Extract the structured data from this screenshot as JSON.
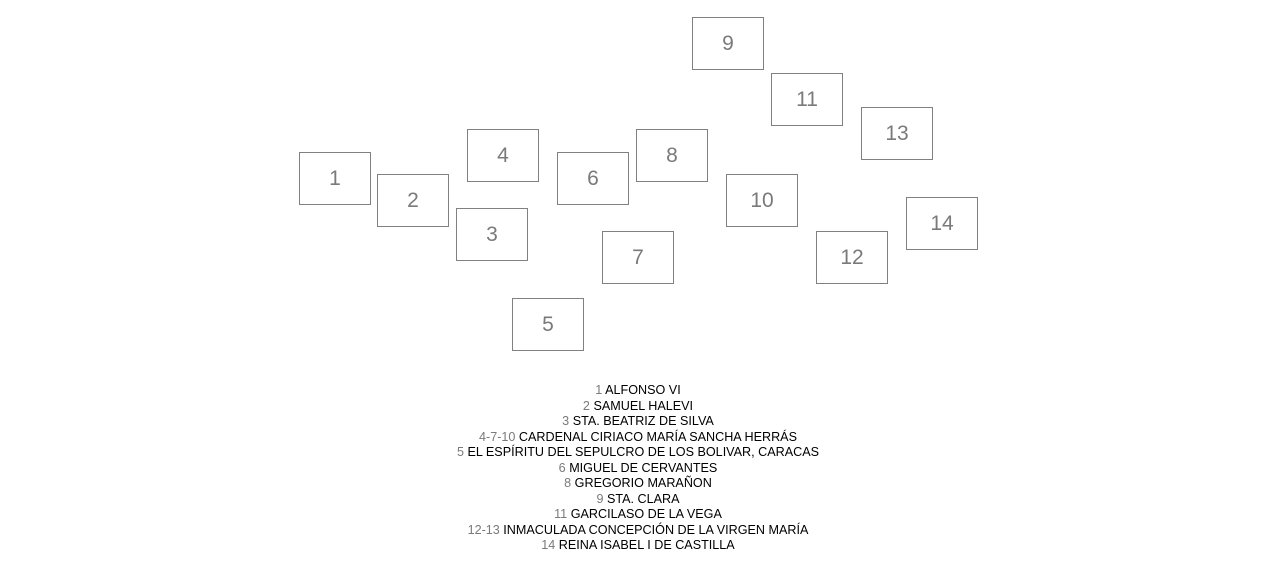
{
  "boxes": [
    {
      "label": "1",
      "name": "seat-box-1"
    },
    {
      "label": "2",
      "name": "seat-box-2"
    },
    {
      "label": "3",
      "name": "seat-box-3"
    },
    {
      "label": "4",
      "name": "seat-box-4"
    },
    {
      "label": "5",
      "name": "seat-box-5"
    },
    {
      "label": "6",
      "name": "seat-box-6"
    },
    {
      "label": "7",
      "name": "seat-box-7"
    },
    {
      "label": "8",
      "name": "seat-box-8"
    },
    {
      "label": "9",
      "name": "seat-box-9"
    },
    {
      "label": "10",
      "name": "seat-box-10"
    },
    {
      "label": "11",
      "name": "seat-box-11"
    },
    {
      "label": "12",
      "name": "seat-box-12"
    },
    {
      "label": "13",
      "name": "seat-box-13"
    },
    {
      "label": "14",
      "name": "seat-box-14"
    }
  ],
  "legend": [
    {
      "num": "1",
      "text": "ALFONSO VI"
    },
    {
      "num": "2",
      "text": "SAMUEL HALEVI"
    },
    {
      "num": "3",
      "text": "STA. BEATRIZ DE SILVA"
    },
    {
      "num": "4-7-10",
      "text": "CARDENAL CIRIACO MARÍA SANCHA HERRÁS"
    },
    {
      "num": "5",
      "text": "EL ESPÍRITU DEL SEPULCRO DE LOS BOLIVAR, CARACAS"
    },
    {
      "num": "6",
      "text": "MIGUEL DE CERVANTES"
    },
    {
      "num": "8",
      "text": "GREGORIO MARAÑON"
    },
    {
      "num": "9",
      "text": "STA. CLARA"
    },
    {
      "num": "11",
      "text": "GARCILASO DE LA VEGA"
    },
    {
      "num": "12-13",
      "text": "INMACULADA CONCEPCIÓN DE LA VIRGEN MARÍA"
    },
    {
      "num": "14",
      "text": "REINA ISABEL I DE CASTILLA"
    }
  ]
}
